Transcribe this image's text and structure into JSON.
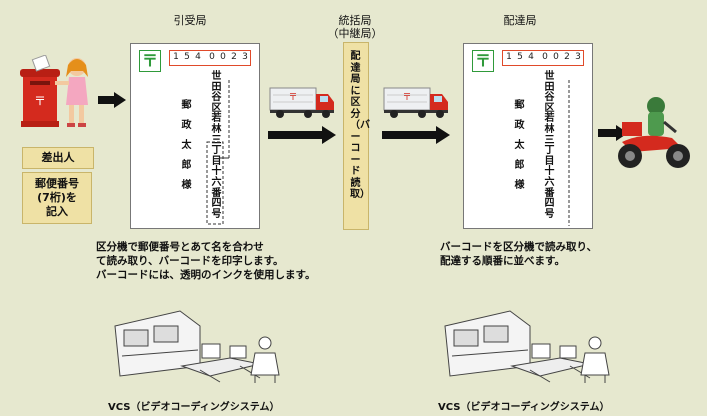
{
  "headers": {
    "pickup": "引受局",
    "central_line1": "統括局",
    "central_line2": "（中継局）",
    "delivery": "配達局"
  },
  "sender": {
    "title": "差出人",
    "line1": "郵便番号",
    "line2": "(7桁)を",
    "line3": "記入"
  },
  "postcard": {
    "postal_mark": "〒",
    "zip_digits": [
      "1",
      "5",
      "4",
      "0",
      "0",
      "2",
      "3"
    ],
    "address": "世田谷区若林三丁目十六番四号",
    "name": "郵政太郎様"
  },
  "central_label": "配達局に区分（バーコード読取）",
  "descriptions": {
    "pickup_lines": [
      "区分機で郵便番号とあて名を合わせ",
      "て読み取り、バーコードを印字します。",
      "バーコードには、透明のインクを使用します。"
    ],
    "delivery_lines": [
      "バーコードを区分機で読み取り、",
      "配達する順番に並べます。"
    ]
  },
  "vcs_caption": "VCS（ビデオコーディングシステム）",
  "colors": {
    "background": "#e6e8cf",
    "accent_red": "#d42a1e",
    "postal_green": "#2f9a3a",
    "label_yellow": "#efe1a5"
  },
  "icons": [
    "postbox-icon",
    "girl-icon",
    "truck-icon",
    "motorbike-icon",
    "computer-workstation-icon",
    "operator-icon"
  ]
}
